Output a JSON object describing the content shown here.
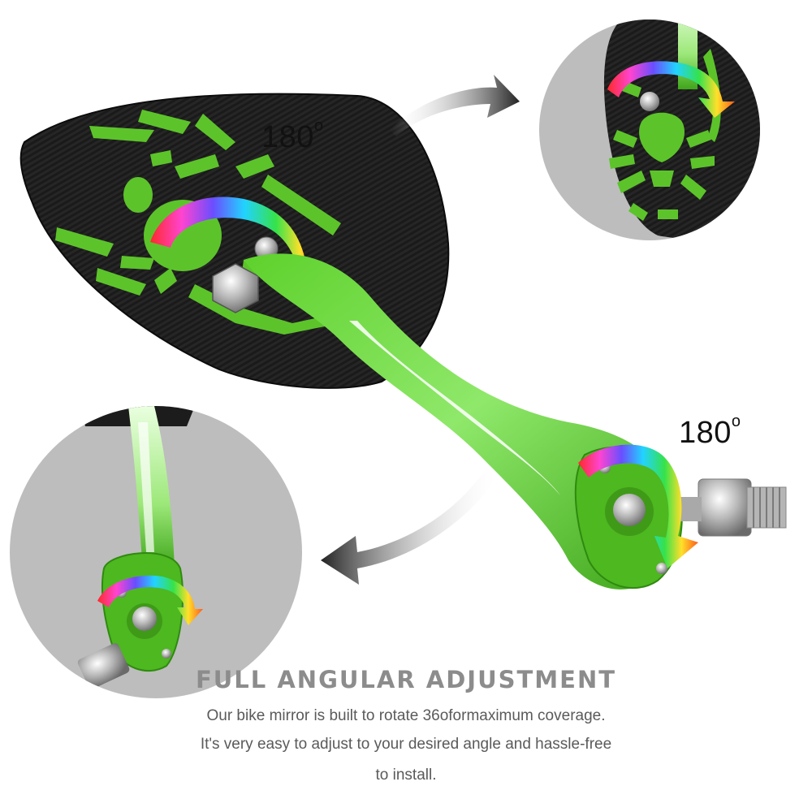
{
  "labels": {
    "top_angle": "180",
    "right_angle": "180",
    "degree_symbol": "o"
  },
  "caption": {
    "headline": "FULL ANGULAR ADJUSTMENT",
    "line1": "Our bike mirror is built to rotate 36oformaximum coverage.",
    "line2": "It's very easy to adjust to your desired angle and hassle-free",
    "line3": "to install."
  },
  "colors": {
    "mirror_body": "#1c1c1c",
    "accent_green": "#5cc42a",
    "inset_background": "#bdbdbd",
    "arrow_shadow": "#2e2e2e"
  },
  "icons": [
    "rotate-arrow-icon",
    "curved-arrow-icon"
  ]
}
